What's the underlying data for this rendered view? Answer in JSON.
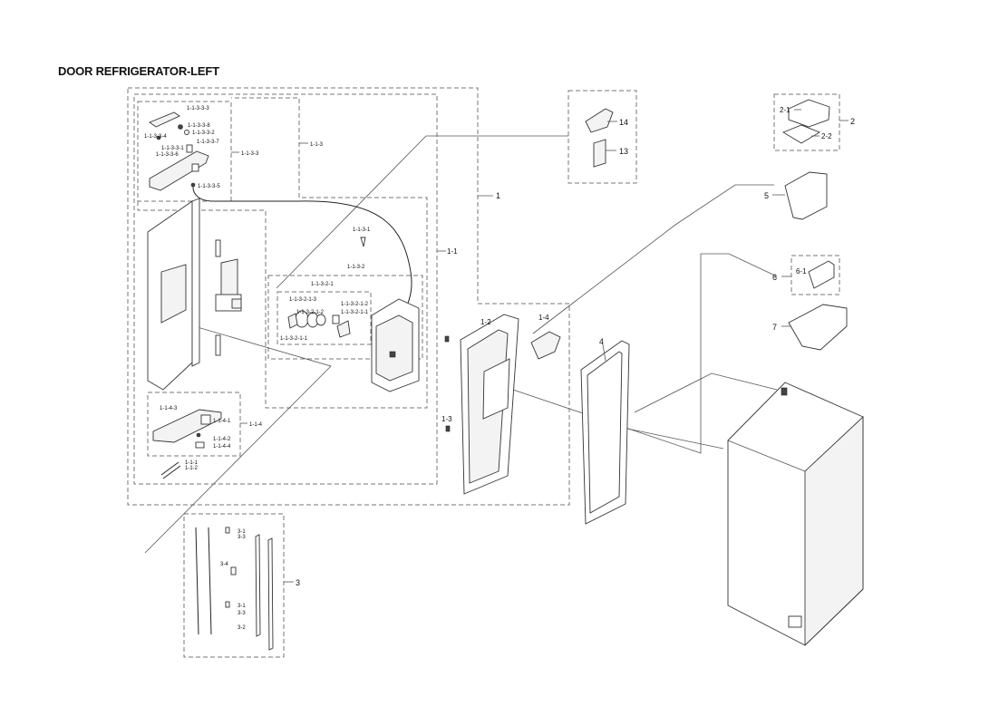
{
  "title": "DOOR REFRIGERATOR-LEFT",
  "labels": {
    "l1": "1",
    "l1_1": "1-1",
    "l1_1_1": "1-1-1",
    "l1_1_2": "1-1-2",
    "l1_1_3": "1-1-3",
    "l1_1_3_1": "1-1-3-1",
    "l1_1_3_2": "1-1-3-2",
    "l1_1_3_2_1": "1-1-3-2-1",
    "l1_1_3_2_1_2": "1-1-3-2-1-2",
    "l1_1_3_2_1_1": "1-1-3-2-1-1",
    "l1_1_3_2_1_3": "1-1-3-2-1-3",
    "l1_1_3_2_1_2b": "1-1-3-2-1-2",
    "l1_1_3_2_1_1b": "1-1-3-2-1-1",
    "l1_1_3_3": "1-1-3-3",
    "l1_1_3_3_1": "1-1-3-3-1",
    "l1_1_3_3_2": "1-1-3-3-2",
    "l1_1_3_3_3": "1-1-3-3-3",
    "l1_1_3_3_4": "1-1-3-3-4",
    "l1_1_3_3_5": "1-1-3-3-5",
    "l1_1_3_3_6": "1-1-3-3-6",
    "l1_1_3_3_7": "1-1-3-3-7",
    "l1_1_3_3_8": "1-1-3-3-8",
    "l1_1_4": "1-1-4",
    "l1_1_4_1": "1-1-4-1",
    "l1_1_4_2": "1-1-4-2",
    "l1_1_4_3": "1-1-4-3",
    "l1_1_4_4": "1-1-4-4",
    "l1_2": "1-2",
    "l1_3": "1-3",
    "l1_4": "1-4",
    "l2": "2",
    "l2_1": "2-1",
    "l2_2": "2-2",
    "l3": "3",
    "l3_1a": "3-1",
    "l3_3a": "3-3",
    "l3_4": "3-4",
    "l3_1b": "3-1",
    "l3_3b": "3-3",
    "l3_2": "3-2",
    "l4": "4",
    "l5": "5",
    "l6": "6",
    "l6_1": "6-1",
    "l7": "7",
    "l13": "13",
    "l14": "14"
  }
}
